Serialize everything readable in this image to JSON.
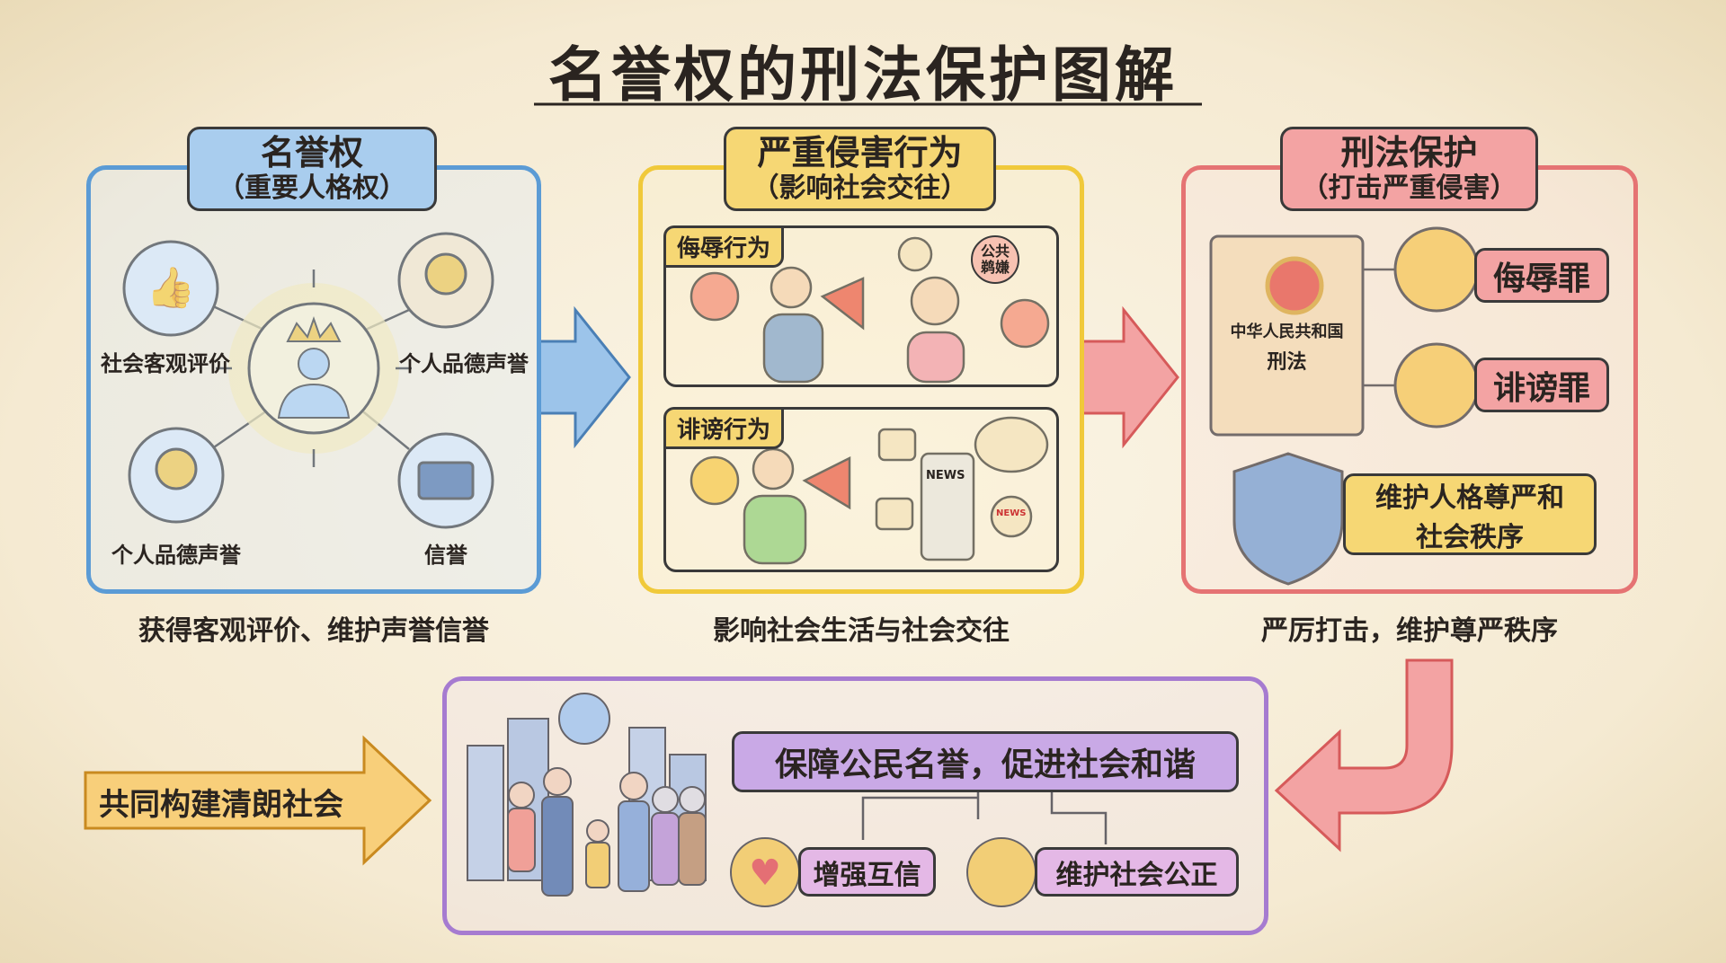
{
  "title": "名誉权的刑法保护图解",
  "panel_left": {
    "title": "名誉权",
    "subtitle": "（重要人格权）",
    "items": [
      "社会客观评价",
      "个人品德声誉",
      "个人品德声誉",
      "信誉"
    ],
    "caption": "获得客观评价、维护声誉信誉"
  },
  "panel_middle": {
    "title": "严重侵害行为",
    "subtitle": "（影响社会交往）",
    "insult": {
      "label": "侮辱行为",
      "bubble_line1": "公共",
      "bubble_line2": "鹈嫌"
    },
    "defamation": {
      "label": "诽谤行为",
      "phone_text": "NEWS",
      "bubble_text": "NEWS"
    },
    "caption": "影响社会生活与社会交往"
  },
  "panel_right": {
    "title": "刑法保护",
    "subtitle": "（打击严重侵害）",
    "book_line1": "中华人民共和国",
    "book_line2": "刑法",
    "crimes": [
      "侮辱罪",
      "诽谤罪"
    ],
    "goal_line1": "维护人格尊严和",
    "goal_line2": "社会秩序",
    "caption": "严厉打击，维护尊严秩序"
  },
  "bottom": {
    "arrow_label": "共同构建清朗社会",
    "banner": "保障公民名誉，促进社会和谐",
    "items": [
      "增强互信",
      "维护社会公正"
    ]
  },
  "colors": {
    "blue": "#5b9bd5",
    "yellow": "#f0c93a",
    "red": "#e57373",
    "purple": "#a67bd0",
    "orange": "#f3a73b"
  }
}
